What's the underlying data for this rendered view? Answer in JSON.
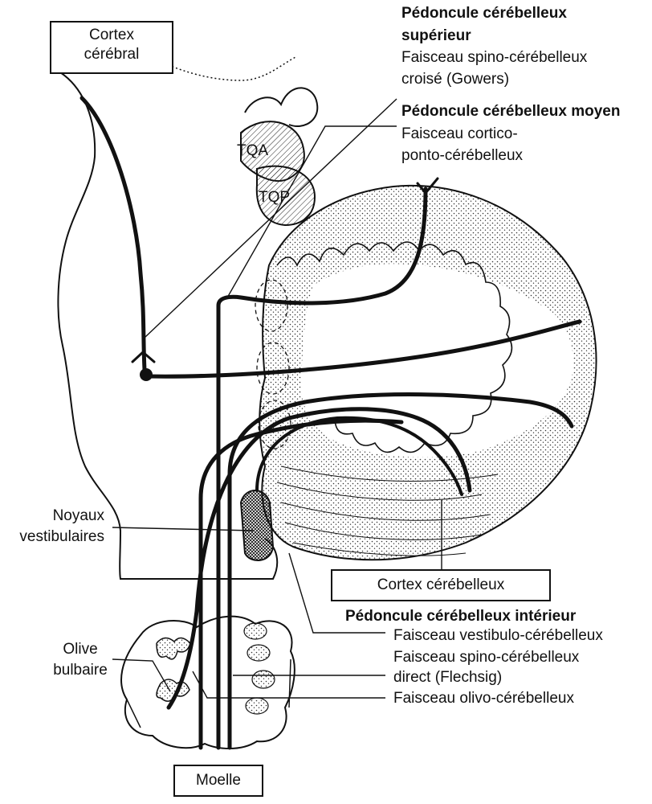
{
  "labels": {
    "cortex_cerebral": [
      "Cortex",
      "cérébral"
    ],
    "tqa": "TQA",
    "tqp": "TQP",
    "superior_peduncle": {
      "title": "Pédoncule cérébelleux supérieur",
      "title_lines": [
        "Pédoncule cérébelleux",
        "supérieur"
      ],
      "tract_lines": [
        "Faisceau spino-cérébelleux",
        "croisé (Gowers)"
      ]
    },
    "middle_peduncle": {
      "title": "Pédoncule cérébelleux moyen",
      "tract_lines": [
        "Faisceau cortico-",
        "ponto-cérébelleux"
      ]
    },
    "noyaux_vestibulaires": [
      "Noyaux",
      "vestibulaires"
    ],
    "cortex_cerebelleux": "Cortex cérébelleux",
    "inferior_peduncle": {
      "title": "Pédoncule cérébelleux intérieur",
      "tracts": [
        "Faisceau vestibulo-cérébelleux",
        "Faisceau spino-cérébelleux",
        "direct (Flechsig)",
        "Faisceau olivo-cérébelleux"
      ]
    },
    "olive_bulbaire": [
      "Olive",
      "bulbaire"
    ],
    "moelle": "Moelle"
  },
  "colors": {
    "ink": "#111111",
    "paper": "#ffffff",
    "stipple": "#9a9a9a"
  }
}
